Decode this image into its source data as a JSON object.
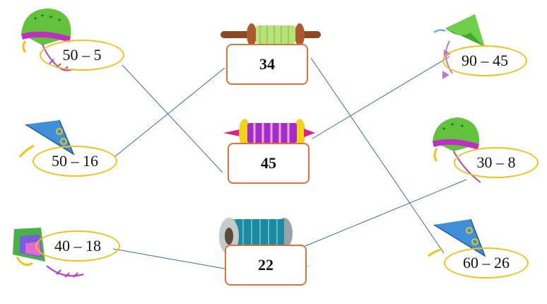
{
  "expressions": {
    "left": [
      "50 – 5",
      "50 – 16",
      "40 – 18"
    ],
    "right": [
      "90 – 45",
      "30 – 8",
      "60 – 26"
    ]
  },
  "spools": [
    "34",
    "45",
    "22"
  ],
  "colors": {
    "oval_border": "#f2c21b",
    "box_border": "#d9743a",
    "line": "#3d6aa8"
  },
  "icons": [
    "kite-icon",
    "thread-spool-icon"
  ]
}
